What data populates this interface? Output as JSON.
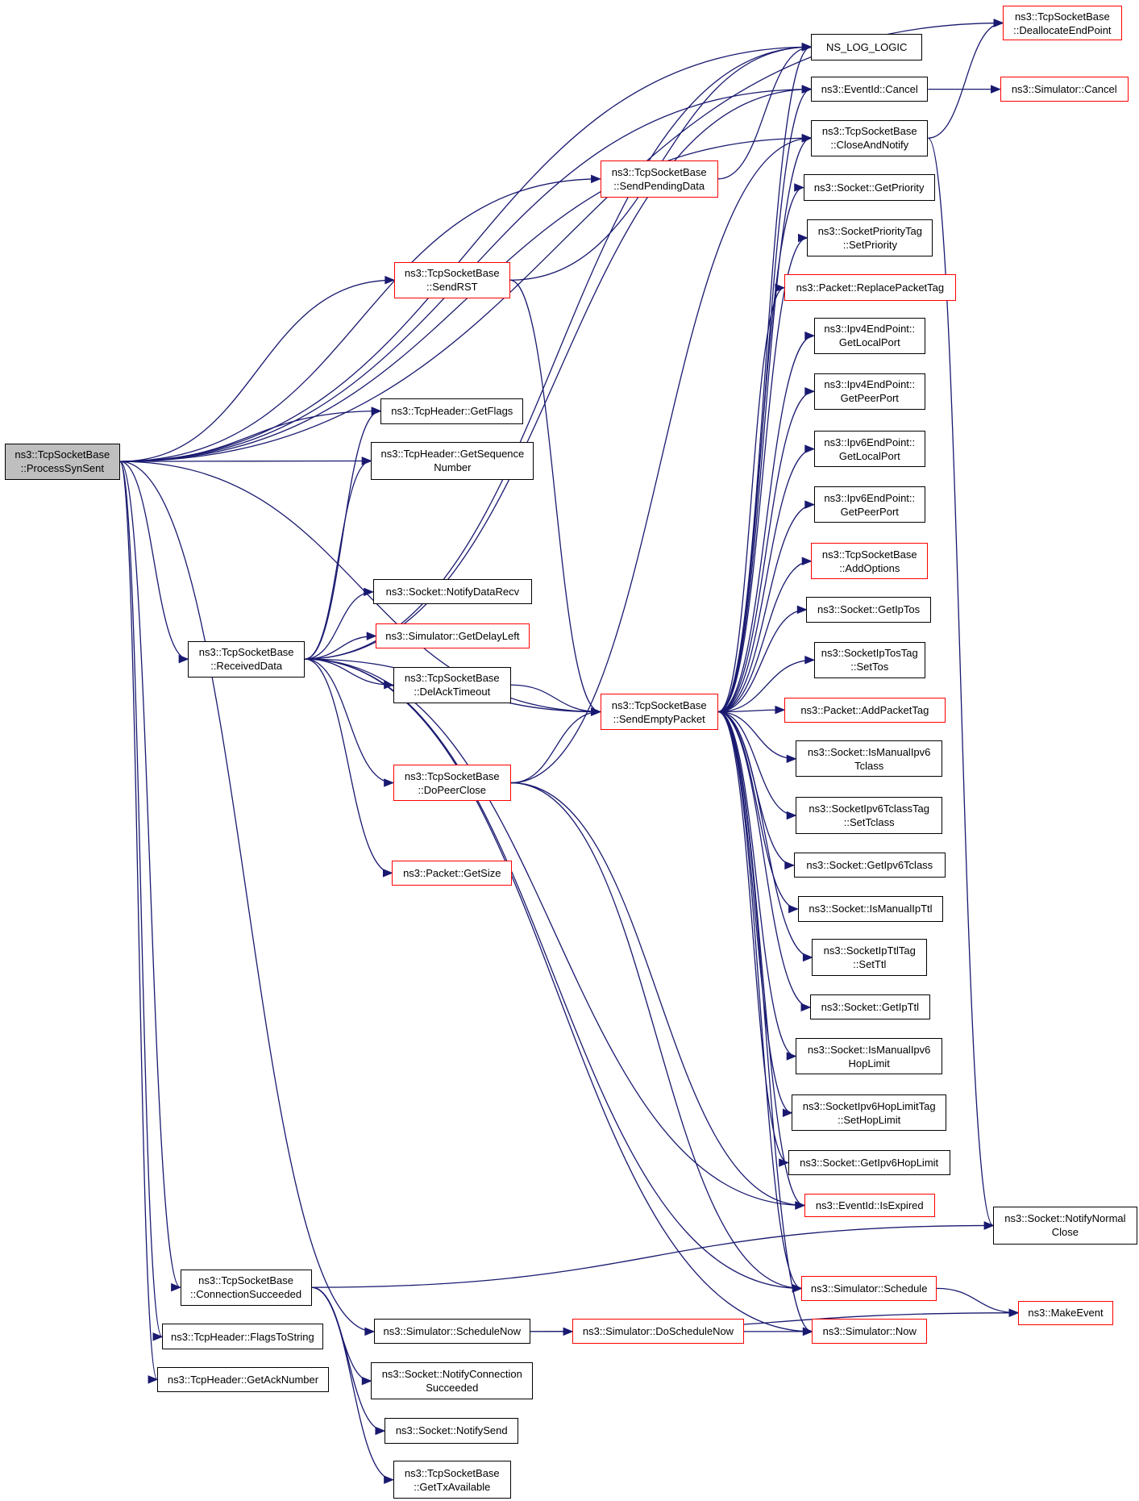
{
  "diagram": {
    "colors": {
      "edge": "#191970",
      "node_border": "#000000",
      "node_border_external": "#ff0000",
      "root_fill": "#bfbfbf"
    },
    "nodes": [
      {
        "id": "n1",
        "lines": [
          "ns3::TcpSocketBase",
          "::ProcessSynSent"
        ],
        "style": "root"
      },
      {
        "id": "n2",
        "lines": [
          "ns3::TcpSocketBase",
          "::DeallocateEndPoint"
        ],
        "style": "red"
      },
      {
        "id": "n3",
        "lines": [
          "NS_LOG_LOGIC"
        ],
        "style": "black"
      },
      {
        "id": "n4",
        "lines": [
          "ns3::EventId::Cancel"
        ],
        "style": "black"
      },
      {
        "id": "n5",
        "lines": [
          "ns3::Simulator::Cancel"
        ],
        "style": "red"
      },
      {
        "id": "n6",
        "lines": [
          "ns3::TcpSocketBase",
          "::CloseAndNotify"
        ],
        "style": "black"
      },
      {
        "id": "n7",
        "lines": [
          "ns3::TcpSocketBase",
          "::SendPendingData"
        ],
        "style": "red"
      },
      {
        "id": "n8",
        "lines": [
          "ns3::Socket::GetPriority"
        ],
        "style": "black"
      },
      {
        "id": "n9",
        "lines": [
          "ns3::SocketPriorityTag",
          "::SetPriority"
        ],
        "style": "black"
      },
      {
        "id": "n10",
        "lines": [
          "ns3::TcpSocketBase",
          "::SendRST"
        ],
        "style": "red"
      },
      {
        "id": "n11",
        "lines": [
          "ns3::Packet::ReplacePacketTag"
        ],
        "style": "red"
      },
      {
        "id": "n12",
        "lines": [
          "ns3::Ipv4EndPoint::",
          "GetLocalPort"
        ],
        "style": "black"
      },
      {
        "id": "n13",
        "lines": [
          "ns3::Ipv4EndPoint::",
          "GetPeerPort"
        ],
        "style": "black"
      },
      {
        "id": "n14",
        "lines": [
          "ns3::TcpHeader::GetFlags"
        ],
        "style": "black"
      },
      {
        "id": "n15",
        "lines": [
          "ns3::TcpHeader::GetSequence",
          "Number"
        ],
        "style": "black"
      },
      {
        "id": "n16",
        "lines": [
          "ns3::Ipv6EndPoint::",
          "GetLocalPort"
        ],
        "style": "black"
      },
      {
        "id": "n17",
        "lines": [
          "ns3::Ipv6EndPoint::",
          "GetPeerPort"
        ],
        "style": "black"
      },
      {
        "id": "n18",
        "lines": [
          "ns3::TcpSocketBase",
          "::AddOptions"
        ],
        "style": "red"
      },
      {
        "id": "n19",
        "lines": [
          "ns3::Socket::NotifyDataRecv"
        ],
        "style": "black"
      },
      {
        "id": "n20",
        "lines": [
          "ns3::Socket::GetIpTos"
        ],
        "style": "black"
      },
      {
        "id": "n21",
        "lines": [
          "ns3::TcpSocketBase",
          "::ReceivedData"
        ],
        "style": "black"
      },
      {
        "id": "n22",
        "lines": [
          "ns3::Simulator::GetDelayLeft"
        ],
        "style": "red"
      },
      {
        "id": "n23",
        "lines": [
          "ns3::SocketIpTosTag",
          "::SetTos"
        ],
        "style": "black"
      },
      {
        "id": "n24",
        "lines": [
          "ns3::TcpSocketBase",
          "::DelAckTimeout"
        ],
        "style": "black"
      },
      {
        "id": "n25",
        "lines": [
          "ns3::TcpSocketBase",
          "::SendEmptyPacket"
        ],
        "style": "red"
      },
      {
        "id": "n26",
        "lines": [
          "ns3::Packet::AddPacketTag"
        ],
        "style": "red"
      },
      {
        "id": "n27",
        "lines": [
          "ns3::Socket::IsManualIpv6",
          "Tclass"
        ],
        "style": "black"
      },
      {
        "id": "n28",
        "lines": [
          "ns3::TcpSocketBase",
          "::DoPeerClose"
        ],
        "style": "red"
      },
      {
        "id": "n29",
        "lines": [
          "ns3::SocketIpv6TclassTag",
          "::SetTclass"
        ],
        "style": "black"
      },
      {
        "id": "n30",
        "lines": [
          "ns3::Socket::GetIpv6Tclass"
        ],
        "style": "black"
      },
      {
        "id": "n31",
        "lines": [
          "ns3::Packet::GetSize"
        ],
        "style": "red"
      },
      {
        "id": "n32",
        "lines": [
          "ns3::Socket::IsManualIpTtl"
        ],
        "style": "black"
      },
      {
        "id": "n33",
        "lines": [
          "ns3::SocketIpTtlTag",
          "::SetTtl"
        ],
        "style": "black"
      },
      {
        "id": "n34",
        "lines": [
          "ns3::Socket::GetIpTtl"
        ],
        "style": "black"
      },
      {
        "id": "n35",
        "lines": [
          "ns3::Socket::IsManualIpv6",
          "HopLimit"
        ],
        "style": "black"
      },
      {
        "id": "n36",
        "lines": [
          "ns3::SocketIpv6HopLimitTag",
          "::SetHopLimit"
        ],
        "style": "black"
      },
      {
        "id": "n37",
        "lines": [
          "ns3::Socket::GetIpv6HopLimit"
        ],
        "style": "black"
      },
      {
        "id": "n38",
        "lines": [
          "ns3::EventId::IsExpired"
        ],
        "style": "red"
      },
      {
        "id": "n39",
        "lines": [
          "ns3::Socket::NotifyNormal",
          "Close"
        ],
        "style": "black"
      },
      {
        "id": "n40",
        "lines": [
          "ns3::TcpSocketBase",
          "::ConnectionSucceeded"
        ],
        "style": "black"
      },
      {
        "id": "n41",
        "lines": [
          "ns3::Simulator::Schedule"
        ],
        "style": "red"
      },
      {
        "id": "n42",
        "lines": [
          "ns3::MakeEvent"
        ],
        "style": "red"
      },
      {
        "id": "n43",
        "lines": [
          "ns3::TcpHeader::FlagsToString"
        ],
        "style": "black"
      },
      {
        "id": "n44",
        "lines": [
          "ns3::Simulator::ScheduleNow"
        ],
        "style": "black"
      },
      {
        "id": "n45",
        "lines": [
          "ns3::Simulator::DoScheduleNow"
        ],
        "style": "red"
      },
      {
        "id": "n46",
        "lines": [
          "ns3::Simulator::Now"
        ],
        "style": "red"
      },
      {
        "id": "n47",
        "lines": [
          "ns3::TcpHeader::GetAckNumber"
        ],
        "style": "black"
      },
      {
        "id": "n48",
        "lines": [
          "ns3::Socket::NotifyConnection",
          "Succeeded"
        ],
        "style": "black"
      },
      {
        "id": "n49",
        "lines": [
          "ns3::Socket::NotifySend"
        ],
        "style": "black"
      },
      {
        "id": "n50",
        "lines": [
          "ns3::TcpSocketBase",
          "::GetTxAvailable"
        ],
        "style": "black"
      }
    ],
    "edges": [
      [
        "n1",
        "n2"
      ],
      [
        "n1",
        "n3"
      ],
      [
        "n1",
        "n4"
      ],
      [
        "n1",
        "n6"
      ],
      [
        "n1",
        "n7"
      ],
      [
        "n1",
        "n10"
      ],
      [
        "n1",
        "n14"
      ],
      [
        "n1",
        "n15"
      ],
      [
        "n1",
        "n21"
      ],
      [
        "n1",
        "n25"
      ],
      [
        "n1",
        "n40"
      ],
      [
        "n1",
        "n43"
      ],
      [
        "n1",
        "n44"
      ],
      [
        "n1",
        "n47"
      ],
      [
        "n4",
        "n5"
      ],
      [
        "n6",
        "n2"
      ],
      [
        "n6",
        "n39"
      ],
      [
        "n7",
        "n3"
      ],
      [
        "n10",
        "n3"
      ],
      [
        "n10",
        "n25"
      ],
      [
        "n21",
        "n3"
      ],
      [
        "n21",
        "n4"
      ],
      [
        "n21",
        "n14"
      ],
      [
        "n21",
        "n15"
      ],
      [
        "n21",
        "n19"
      ],
      [
        "n21",
        "n22"
      ],
      [
        "n21",
        "n24"
      ],
      [
        "n21",
        "n25"
      ],
      [
        "n21",
        "n28"
      ],
      [
        "n21",
        "n31"
      ],
      [
        "n21",
        "n38"
      ],
      [
        "n21",
        "n41"
      ],
      [
        "n21",
        "n46"
      ],
      [
        "n24",
        "n25"
      ],
      [
        "n28",
        "n6"
      ],
      [
        "n28",
        "n25"
      ],
      [
        "n28",
        "n38"
      ],
      [
        "n28",
        "n41"
      ],
      [
        "n25",
        "n3"
      ],
      [
        "n25",
        "n4"
      ],
      [
        "n25",
        "n8"
      ],
      [
        "n25",
        "n9"
      ],
      [
        "n25",
        "n11"
      ],
      [
        "n25",
        "n12"
      ],
      [
        "n25",
        "n13"
      ],
      [
        "n25",
        "n16"
      ],
      [
        "n25",
        "n17"
      ],
      [
        "n25",
        "n18"
      ],
      [
        "n25",
        "n20"
      ],
      [
        "n25",
        "n23"
      ],
      [
        "n25",
        "n26"
      ],
      [
        "n25",
        "n27"
      ],
      [
        "n25",
        "n29"
      ],
      [
        "n25",
        "n30"
      ],
      [
        "n25",
        "n32"
      ],
      [
        "n25",
        "n33"
      ],
      [
        "n25",
        "n34"
      ],
      [
        "n25",
        "n35"
      ],
      [
        "n25",
        "n36"
      ],
      [
        "n25",
        "n37"
      ],
      [
        "n25",
        "n38"
      ],
      [
        "n25",
        "n41"
      ],
      [
        "n25",
        "n46"
      ],
      [
        "n25",
        "n6"
      ],
      [
        "n40",
        "n48"
      ],
      [
        "n40",
        "n49"
      ],
      [
        "n40",
        "n50"
      ],
      [
        "n40",
        "n39"
      ],
      [
        "n41",
        "n42"
      ],
      [
        "n44",
        "n45"
      ],
      [
        "n44",
        "n42"
      ],
      [
        "n45",
        "n46"
      ]
    ]
  }
}
